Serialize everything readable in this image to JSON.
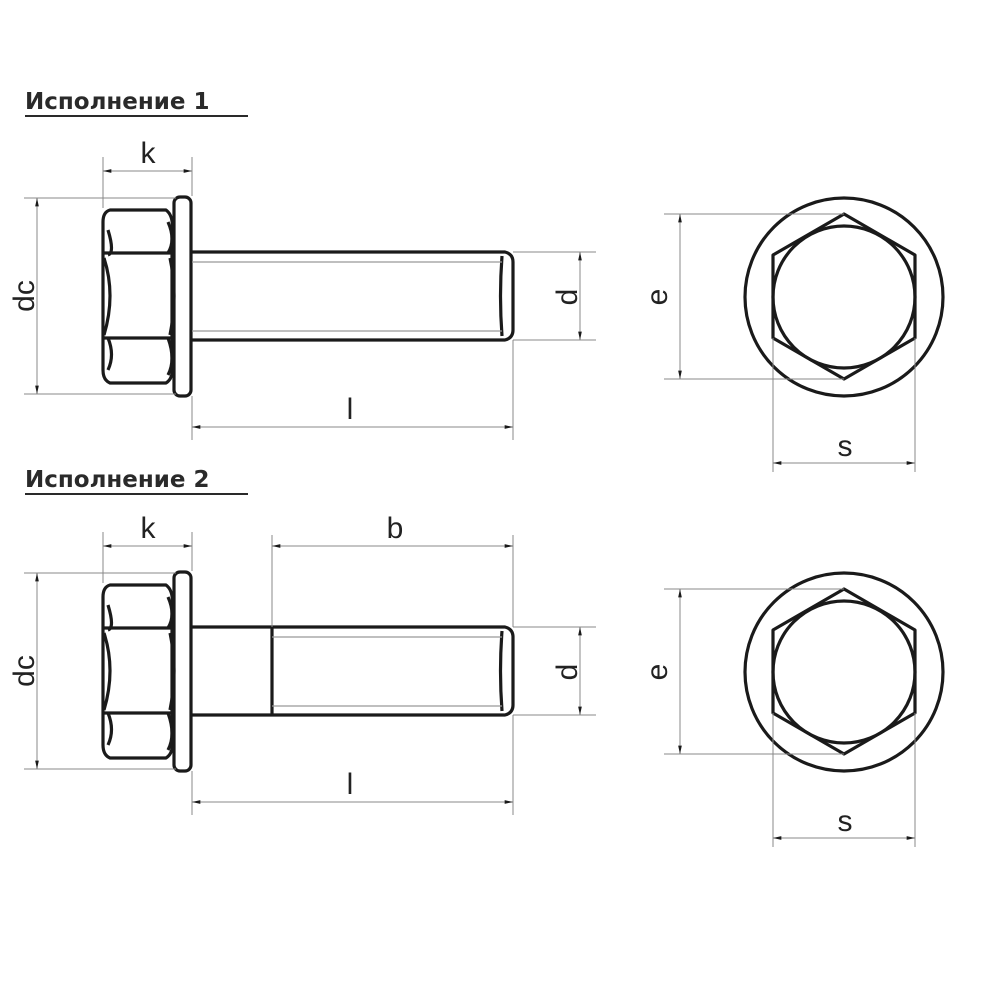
{
  "variants": [
    {
      "title": "Исполнение 1",
      "labels": {
        "k": "k",
        "dc": "dc",
        "d": "d",
        "l": "l",
        "e": "e",
        "s": "s"
      }
    },
    {
      "title": "Исполнение 2",
      "labels": {
        "k": "k",
        "b": "b",
        "dc": "dc",
        "d": "d",
        "l": "l",
        "e": "e",
        "s": "s"
      }
    }
  ]
}
